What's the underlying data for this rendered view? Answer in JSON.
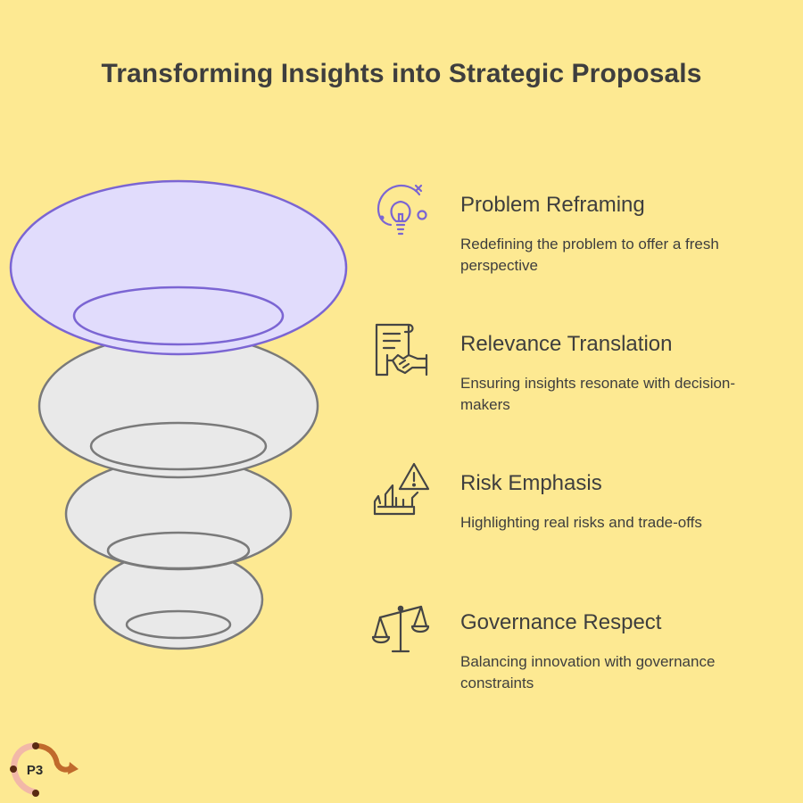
{
  "title": "Transforming Insights into Strategic Proposals",
  "colors": {
    "background": "#fde992",
    "top_fill": "#e1dcfc",
    "top_stroke": "#7b65d3",
    "layer_fill": "#e9e9e9",
    "layer_stroke": "#7a7a7a",
    "icon": "#454545",
    "text": "#3e3e3e"
  },
  "items": [
    {
      "heading": "Problem Reframing",
      "description": "Redefining the problem to offer a fresh perspective",
      "icon": "lightbulb-icon"
    },
    {
      "heading": "Relevance Translation",
      "description": "Ensuring insights resonate with decision-makers",
      "icon": "document-handshake-icon"
    },
    {
      "heading": "Risk Emphasis",
      "description": "Highlighting real risks and trade-offs",
      "icon": "warning-hands-icon"
    },
    {
      "heading": "Governance Respect",
      "description": "Balancing innovation with governance constraints",
      "icon": "scale-icon"
    }
  ],
  "logo": {
    "text": "P3"
  }
}
